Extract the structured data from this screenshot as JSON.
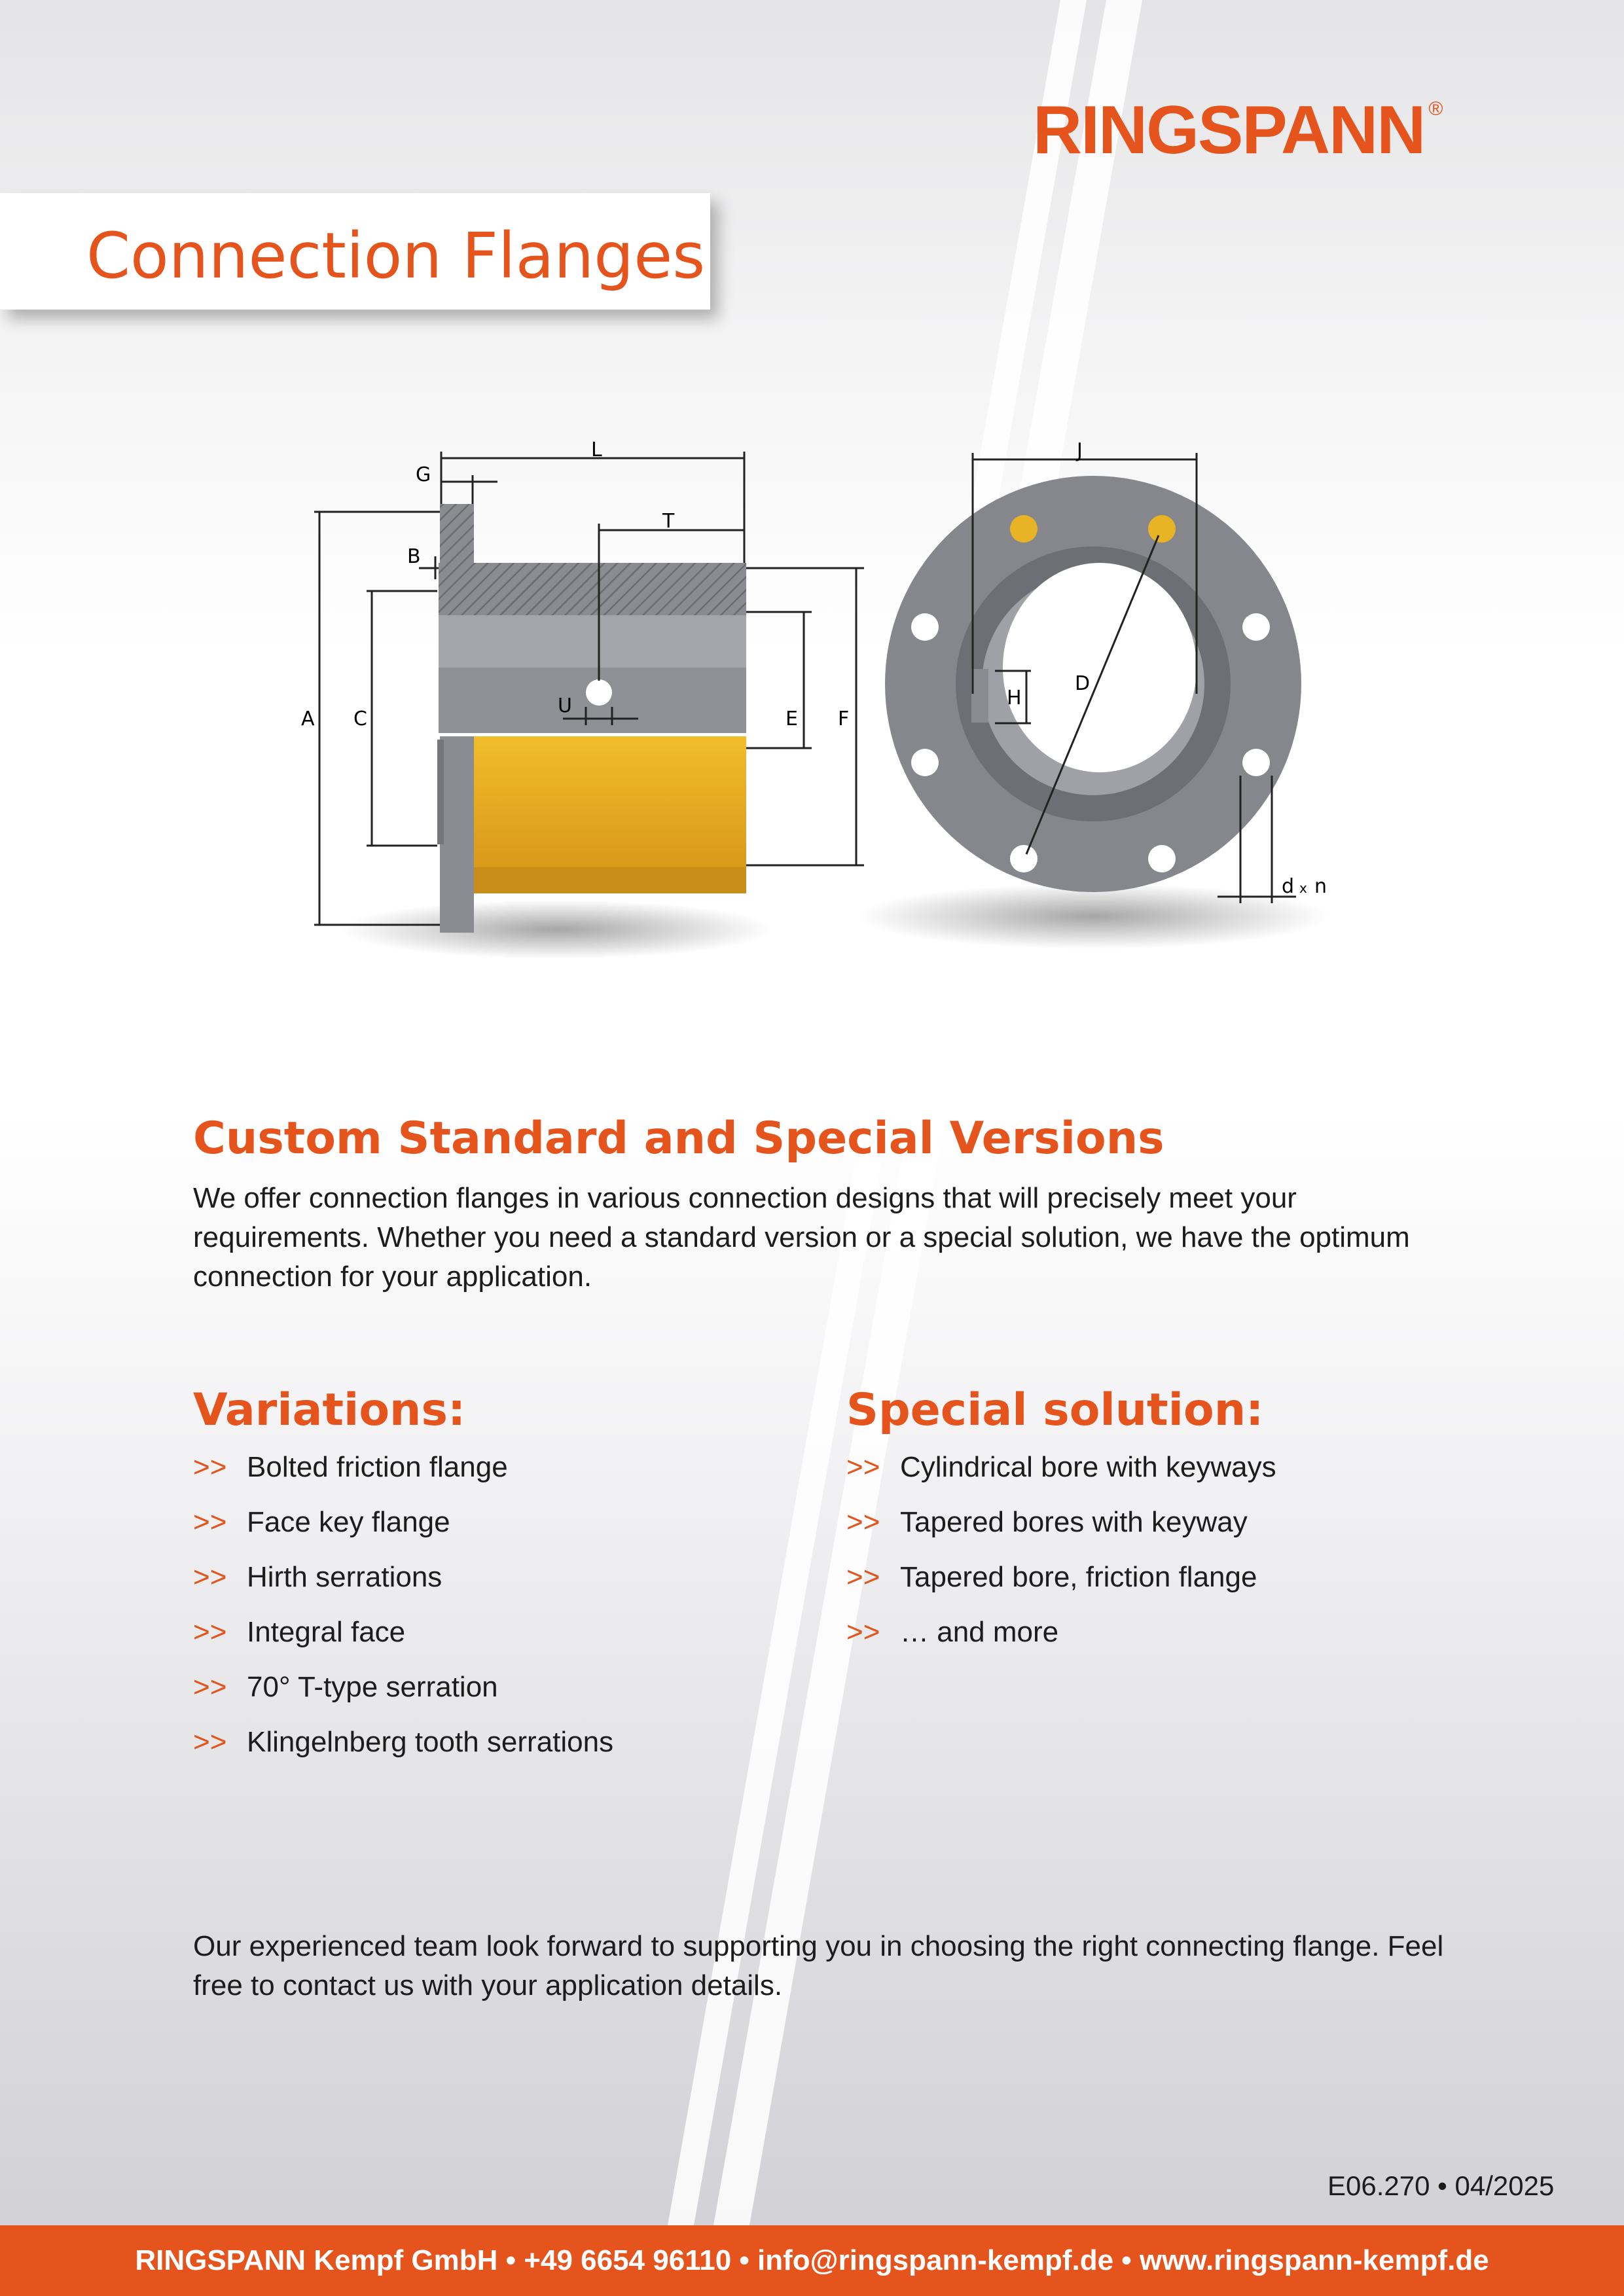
{
  "logo": {
    "text": "RINGSPANN",
    "mark": "®"
  },
  "title": "Connection Flanges",
  "drawing": {
    "labels": [
      "L",
      "G",
      "T",
      "B",
      "A",
      "C",
      "U",
      "E",
      "F",
      "J",
      "D",
      "H",
      "d",
      "x",
      "n"
    ]
  },
  "custom": {
    "heading": "Custom Standard and Special Versions",
    "text": "We offer connection flanges in various connection designs that will precisely meet your requirements. Whether you need a standard version or a special solution, we have the optimum connection for your application."
  },
  "variations": {
    "heading": "Variations:",
    "items": [
      "Bolted friction flange",
      "Face key flange",
      "Hirth serrations",
      "Integral face",
      "70° T-type serration",
      "Klingelnberg tooth serrations"
    ]
  },
  "special": {
    "heading": "Special solution:",
    "items": [
      "Cylindrical bore with keyways",
      "Tapered bores with keyway",
      "Tapered bore, friction flange",
      "… and more"
    ]
  },
  "closing": "Our experienced team look forward to supporting you in choosing the right connecting flange. Feel free to contact us with your application details.",
  "bullet": ">>",
  "doc_number": "E06.270 • 04/2025",
  "footer": "RINGSPANN Kempf GmbH • +49 6654 96110 • info@ringspann-kempf.de • www.ringspann-kempf.de",
  "colors": {
    "accent": "#e4541c",
    "steel": "#7f8186",
    "yellow": "#e3a81d"
  }
}
